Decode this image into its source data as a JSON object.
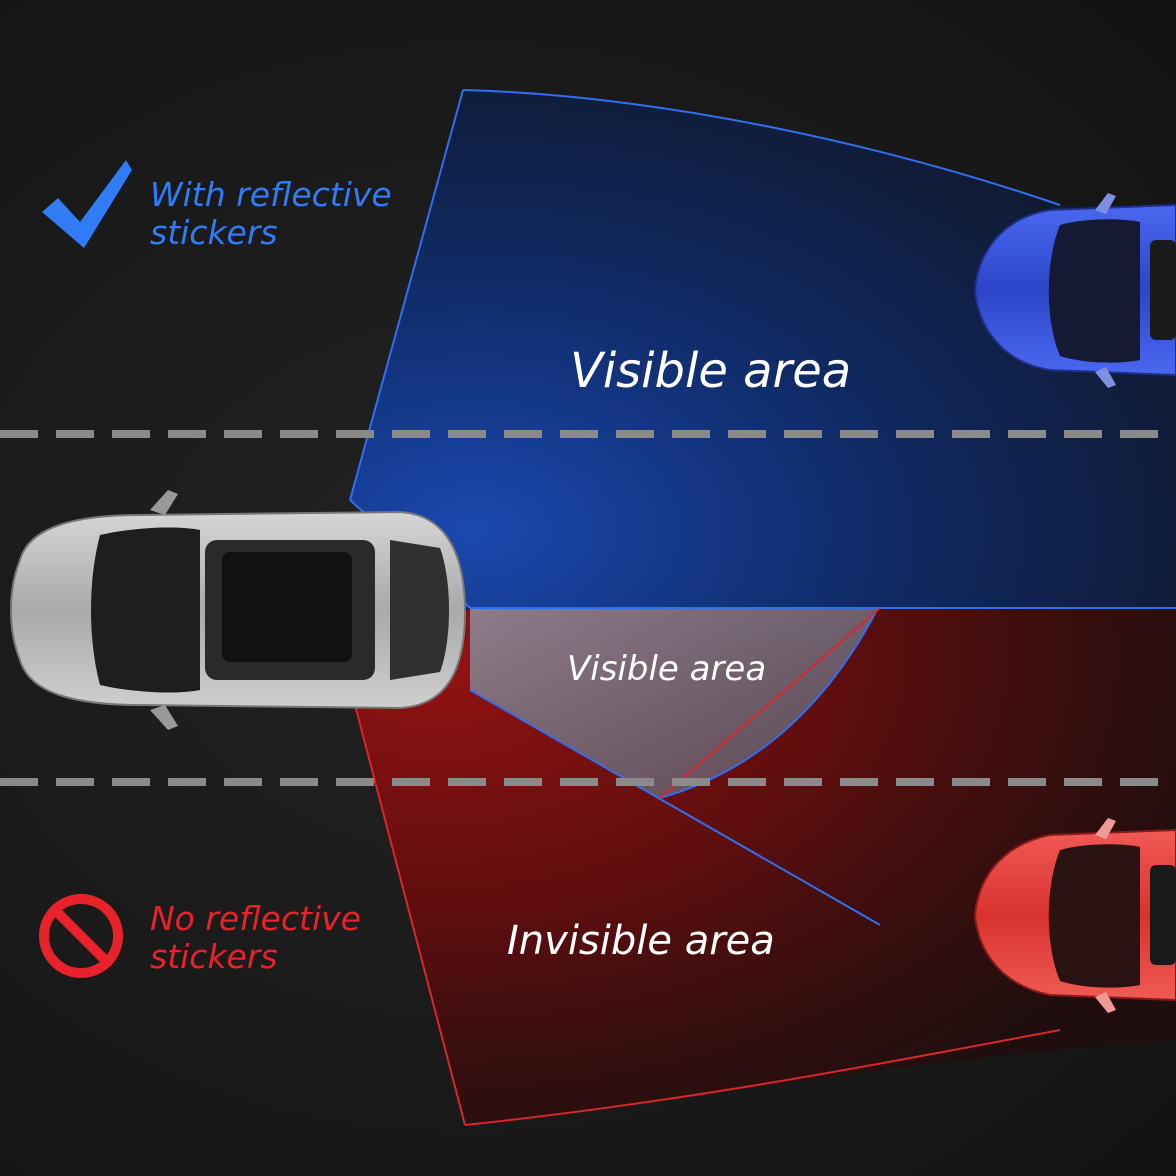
{
  "legend": {
    "with": {
      "line1": "With reflective",
      "line2": "stickers",
      "icon": "check-icon",
      "color": "#2f7cf6"
    },
    "without": {
      "line1": "No reflective",
      "line2": "stickers",
      "icon": "no-entry-icon",
      "color": "#e8222a"
    }
  },
  "areas": {
    "visible_far": "Visible area",
    "visible_near": "Visible area",
    "invisible": "Invisible area"
  },
  "cars": {
    "main": {
      "name": "silver-car",
      "color": "#b9b9b9"
    },
    "blue": {
      "name": "blue-car",
      "color": "#3a55e0"
    },
    "red": {
      "name": "red-car",
      "color": "#e0403c"
    }
  },
  "colors": {
    "background": "#1b1b1b",
    "visible_zone": "#0b2a6e",
    "invisible_zone": "#7a0c0c",
    "lane_marking": "#8a8a8a",
    "boundary_blue": "#2f6ff0",
    "boundary_red": "#d8262c"
  }
}
